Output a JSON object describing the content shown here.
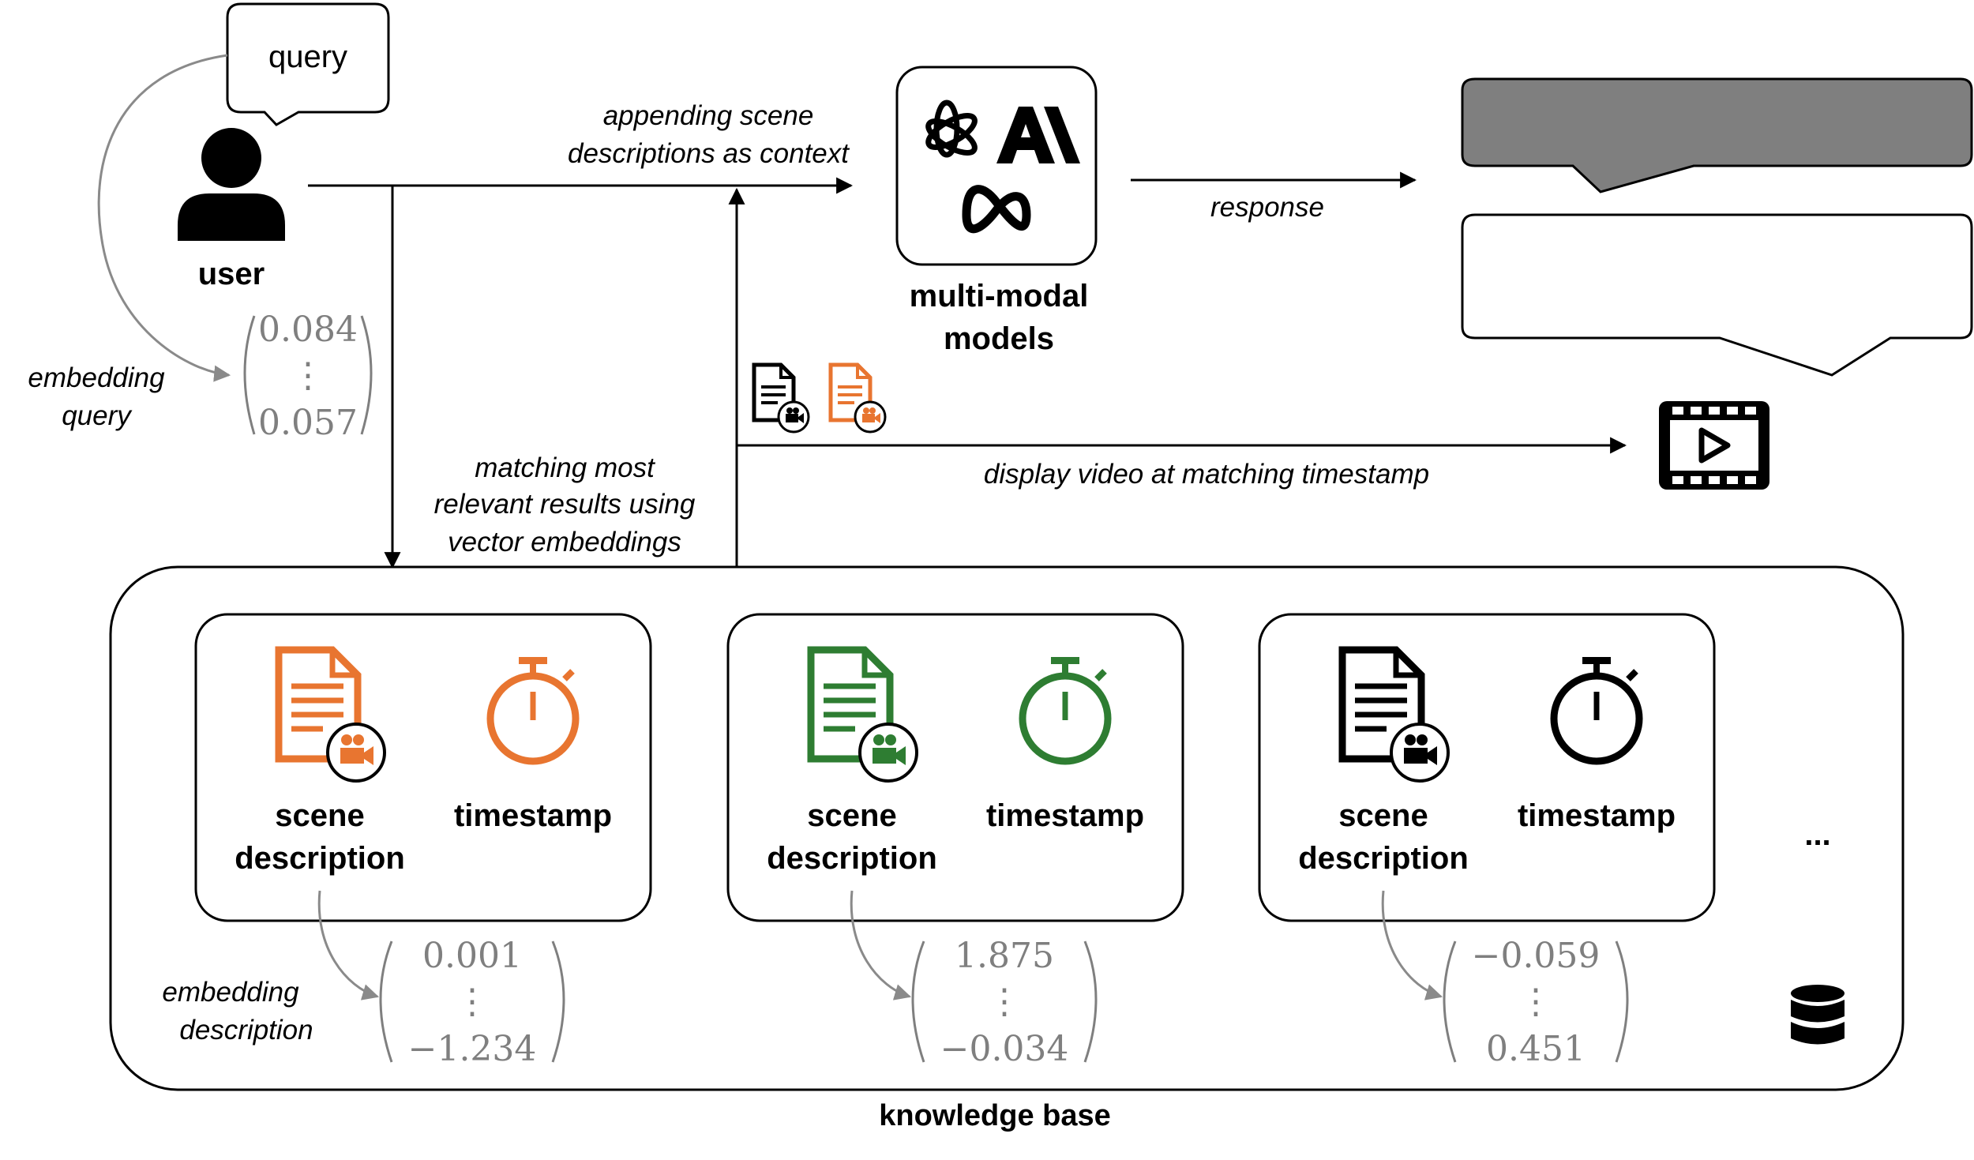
{
  "user": {
    "query_bubble": "query",
    "label": "user",
    "embedding_label_line1": "embedding",
    "embedding_label_line2": "query",
    "vector": {
      "top": "0.084",
      "dots": "⋮",
      "bottom": "0.057"
    }
  },
  "flow": {
    "append_line1": "appending scene",
    "append_line2": "descriptions as context",
    "match_line1": "matching most",
    "match_line2": "relevant results using",
    "match_line3": "vector embeddings",
    "response": "response",
    "display_video": "display video at matching timestamp"
  },
  "models": {
    "label_line1": "multi-modal",
    "label_line2": "models",
    "icons": [
      "openai-logo-icon",
      "anthropic-logo-icon",
      "meta-logo-icon"
    ]
  },
  "chat": {
    "response_box_color": "#7f7f7f",
    "outline_box_color": "#ffffff"
  },
  "knowledge_base": {
    "label": "knowledge base",
    "ellipsis": "...",
    "embedding_label_line1": "embedding",
    "embedding_label_line2": "description",
    "entries": [
      {
        "color": "#e87530",
        "scene_line1": "scene",
        "scene_line2": "description",
        "timestamp": "timestamp",
        "vector": {
          "top": "0.001",
          "dots": "⋮",
          "bottom": "−1.234"
        }
      },
      {
        "color": "#2e7d32",
        "scene_line1": "scene",
        "scene_line2": "description",
        "timestamp": "timestamp",
        "vector": {
          "top": "1.875",
          "dots": "⋮",
          "bottom": "−0.034"
        }
      },
      {
        "color": "#000000",
        "scene_line1": "scene",
        "scene_line2": "description",
        "timestamp": "timestamp",
        "vector": {
          "top": "−0.059",
          "dots": "⋮",
          "bottom": "0.451"
        }
      }
    ]
  }
}
